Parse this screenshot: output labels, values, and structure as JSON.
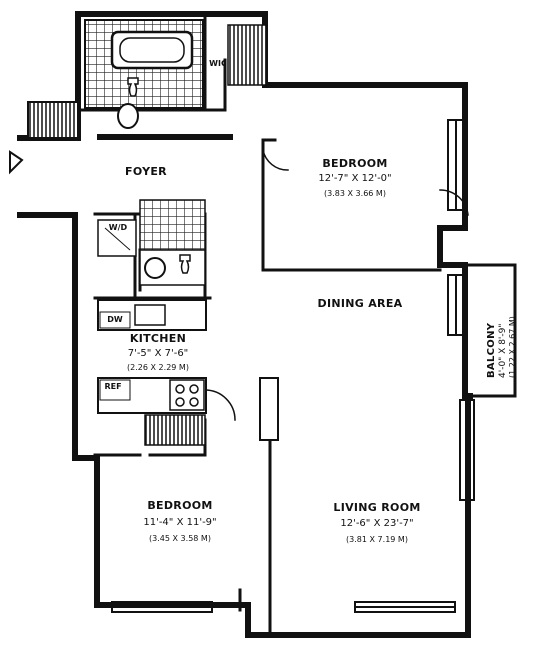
{
  "rooms": {
    "foyer": {
      "name": "FOYER"
    },
    "wic": {
      "name": "WIC"
    },
    "bedroom1": {
      "name": "BEDROOM",
      "dims": "12'-7\" X 12'-0\"",
      "metric": "(3.83 X 3.66 M)"
    },
    "dining": {
      "name": "DINING AREA"
    },
    "balcony": {
      "name": "BALCONY",
      "dims": "4'-0\" X 8'-9\"",
      "metric": "(1.22 X 2.67 M)"
    },
    "kitchen": {
      "name": "KITCHEN",
      "dims": "7'-5\" X 7'-6\"",
      "metric": "(2.26 X 2.29 M)"
    },
    "bedroom2": {
      "name": "BEDROOM",
      "dims": "11'-4\" X 11'-9\"",
      "metric": "(3.45 X 3.58 M)"
    },
    "living": {
      "name": "LIVING ROOM",
      "dims": "12'-6\" X 23'-7\"",
      "metric": "(3.81 X 7.19 M)"
    }
  },
  "fixtures": {
    "washer_dryer": "W/D",
    "dishwasher": "DW",
    "refrigerator": "REF"
  }
}
